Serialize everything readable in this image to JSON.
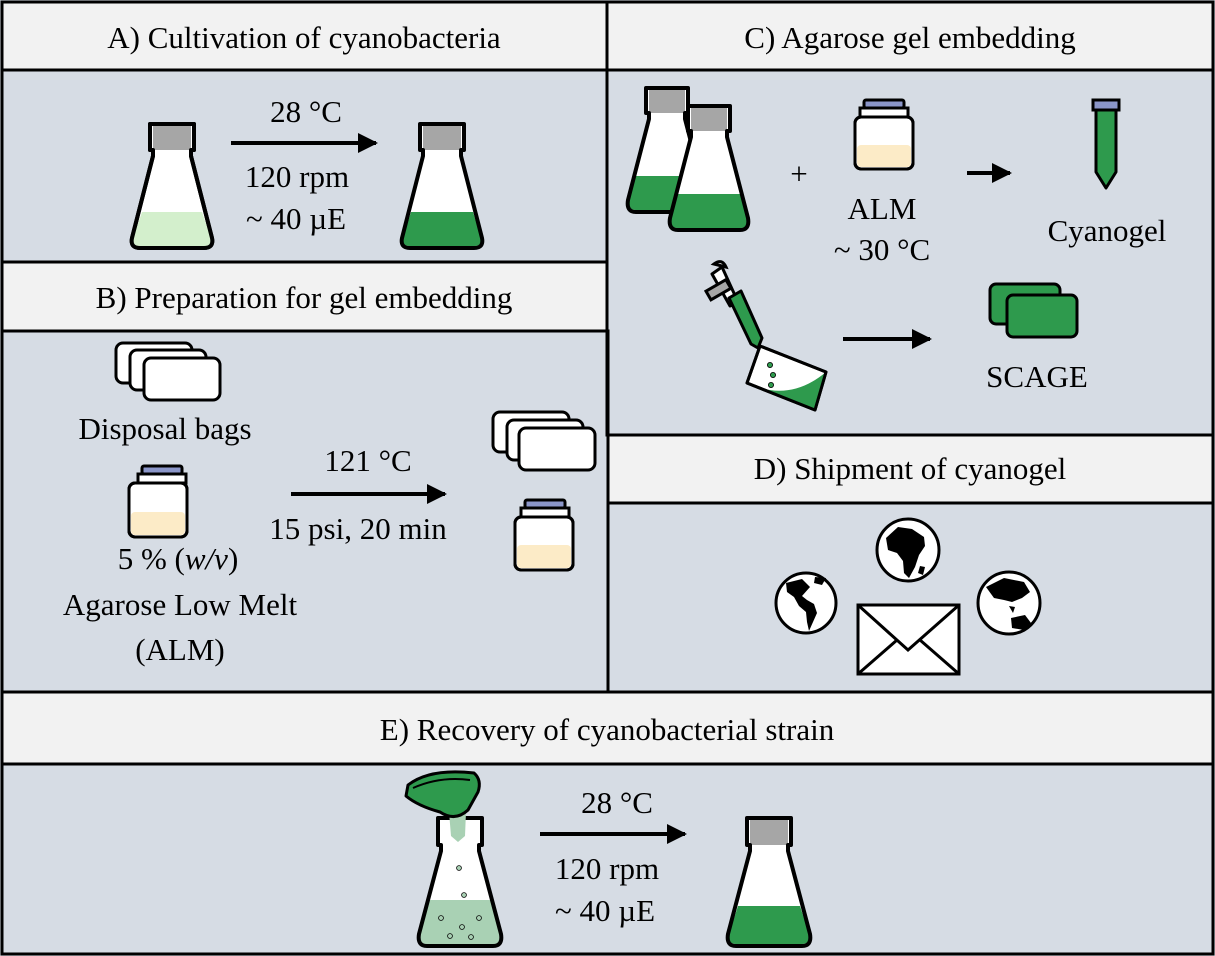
{
  "panels": {
    "a": {
      "title": "A) Cultivation of cyanobacteria",
      "temp": "28 °C",
      "speed": "120 rpm",
      "light": "~ 40 µE"
    },
    "b": {
      "title": "B) Preparation for gel embedding",
      "bags_label": "Disposal bags",
      "conc_pre": "5 % (",
      "conc_italic": "w/v",
      "conc_post": ")",
      "alm_line1": "Agarose Low Melt",
      "alm_line2": "(ALM)",
      "autoclave_temp": "121 °C",
      "autoclave_cond": "15 psi, 20 min"
    },
    "c": {
      "title": "C) Agarose gel embedding",
      "plus": "+",
      "alm": "ALM",
      "alm_temp": "~ 30 °C",
      "cyanogel": "Cyanogel",
      "scage": "SCAGE"
    },
    "d": {
      "title": "D) Shipment of cyanogel"
    },
    "e": {
      "title": "E) Recovery of cyanobacterial strain",
      "temp": "28 °C",
      "speed": "120 rpm",
      "light": "~ 40 µE"
    }
  },
  "colors": {
    "header_bg": "#f2f2f2",
    "panel_bg": "#d6dce4",
    "culture_green": "#2e9a4d",
    "pale_green": "#d3efcc",
    "recovery_green": "#a9d1b4",
    "agarose_cream": "#fcebc7",
    "flask_neck_grey": "#a6a6a6",
    "cap_blue": "#8b96c9"
  }
}
